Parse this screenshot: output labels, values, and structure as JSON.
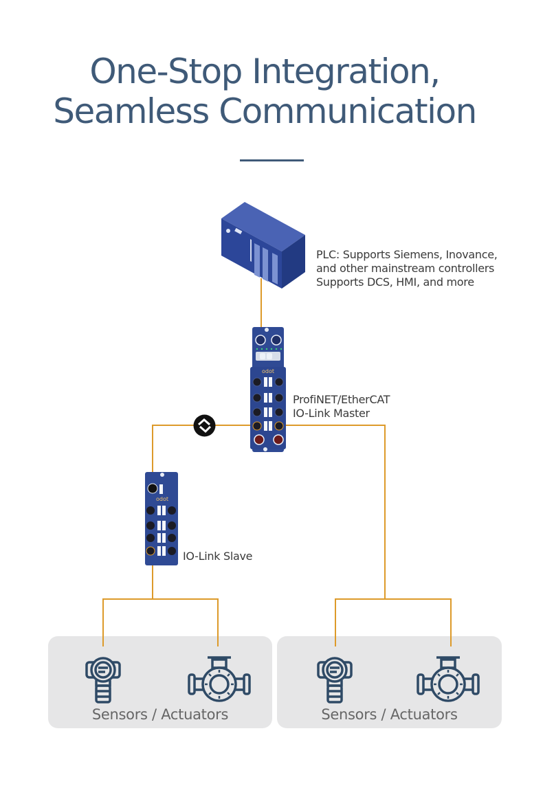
{
  "header": {
    "title_line1": "One-Stop Integration,",
    "title_line2": "Seamless Communication"
  },
  "nodes": {
    "plc": {
      "label_lines": [
        "PLC: Supports Siemens, Inovance,",
        "and other mainstream controllers",
        "Supports DCS, HMI, and more"
      ]
    },
    "master": {
      "label_lines": [
        "ProfiNET/EtherCAT",
        "IO-Link Master"
      ],
      "brand": "odot"
    },
    "slave": {
      "label_lines": [
        "IO-Link Slave"
      ],
      "brand": "odot"
    },
    "devices": [
      {
        "label": "Sensors / Actuators",
        "icons": [
          "sensor-transmitter-icon",
          "valve-actuator-icon"
        ]
      },
      {
        "label": "Sensors / Actuators",
        "icons": [
          "sensor-transmitter-icon",
          "valve-actuator-icon"
        ]
      }
    ]
  },
  "connector": {
    "icon": "bidirectional-arrows-icon"
  },
  "colors": {
    "title": "#3f5a78",
    "wire": "#dd9a2a",
    "device_blue": "#2d4a9a",
    "icon_stroke": "#2f4a66",
    "panel_bg": "#e6e6e7"
  }
}
